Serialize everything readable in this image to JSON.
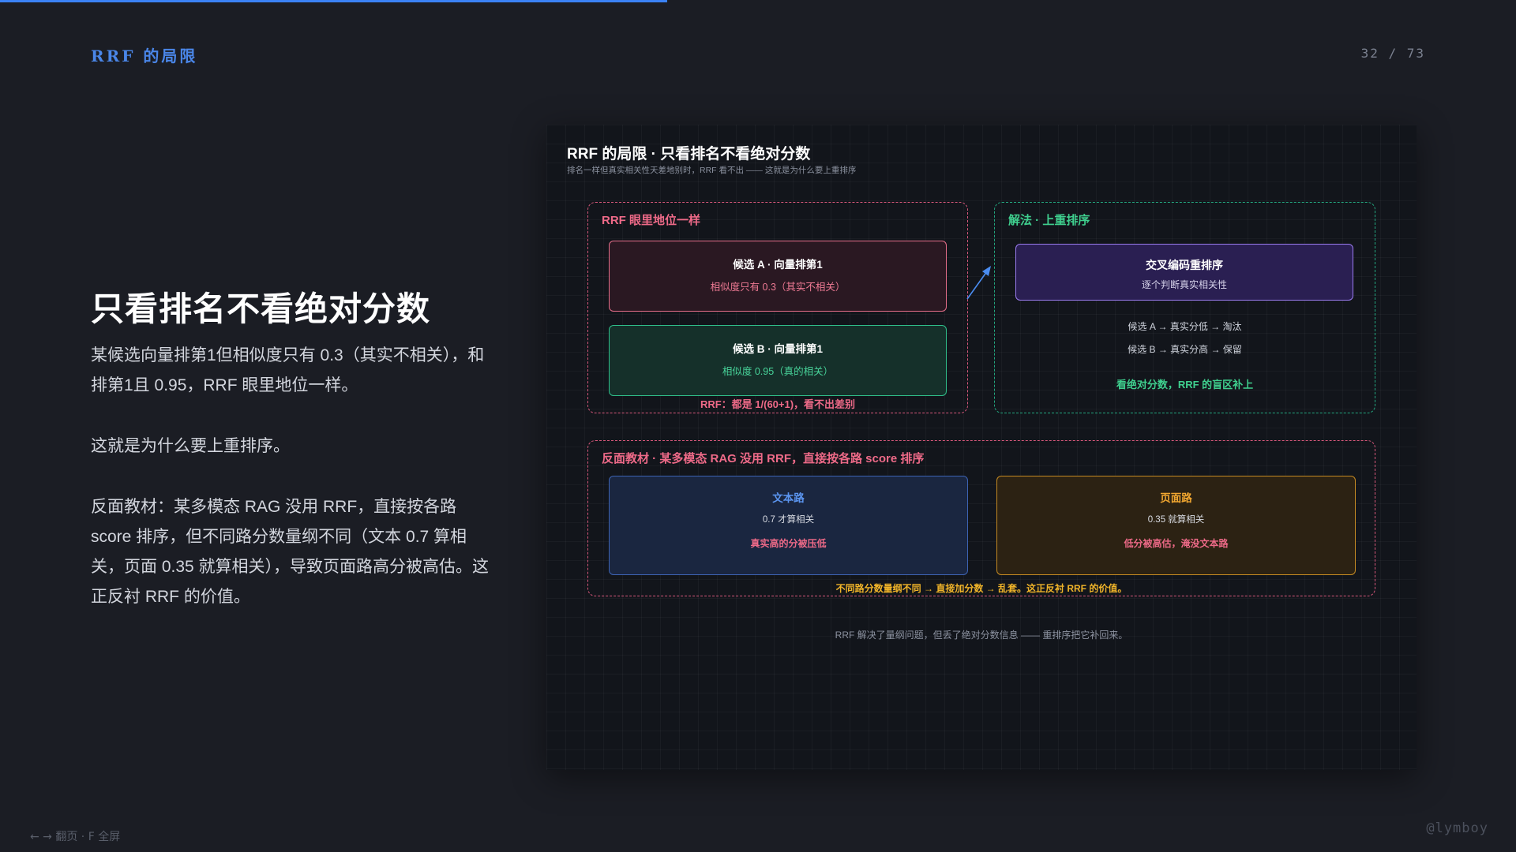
{
  "header": {
    "section_label": "RRF  的局限",
    "page_indicator": "32 / 73"
  },
  "slide": {
    "title": "只看排名不看绝对分数",
    "paragraphs": [
      "某候选向量排第1但相似度只有 0.3（其实不相关），和排第1且 0.95，RRF 眼里地位一样。",
      "这就是为什么要上重排序。",
      "反面教材：某多模态 RAG 没用 RRF，直接按各路 score 排序，但不同路分数量纲不同（文本 0.7 算相关，页面 0.35 就算相关），导致页面路高分被高估。这正反衬 RRF 的价值。"
    ]
  },
  "diagram": {
    "title": "RRF 的局限 · 只看排名不看绝对分数",
    "subtitle": "排名一样但真实相关性天差地别时，RRF 看不出 —— 这就是为什么要上重排序",
    "left_group": {
      "title": "RRF 眼里地位一样",
      "candidate_a": {
        "title": "候选 A · 向量排第1",
        "detail": "相似度只有 0.3（其实不相关）"
      },
      "candidate_b": {
        "title": "候选 B · 向量排第1",
        "detail": "相似度 0.95（真的相关）"
      },
      "note": "RRF：都是 1/(60+1)，看不出差别"
    },
    "right_group": {
      "title": "解法 · 上重排序",
      "cross_encoder": {
        "title": "交叉编码重排序",
        "detail": "逐个判断真实相关性"
      },
      "results": [
        "候选 A → 真实分低 → 淘汰",
        "候选 B → 真实分高 → 保留"
      ],
      "conclusion": "看绝对分数，RRF 的盲区补上"
    },
    "bottom_group": {
      "title": "反面教材 · 某多模态 RAG 没用 RRF，直接按各路 score 排序",
      "text_route": {
        "title": "文本路",
        "detail": "0.7 才算相关",
        "warning": "真实高的分被压低"
      },
      "page_route": {
        "title": "页面路",
        "detail": "0.35 就算相关",
        "warning": "低分被高估，淹没文本路"
      },
      "note": "不同路分数量纲不同 → 直接加分数 → 乱套。这正反衬 RRF 的价值。"
    },
    "caption": "RRF 解决了量纲问题，但丢了绝对分数信息 —— 重排序把它补回来。"
  },
  "footer": {
    "nav_hint": "← → 翻页 · F 全屏",
    "handle": "@lymboy"
  },
  "colors": {
    "accent": "#3b82f6",
    "background": "#1b1d24",
    "panel": "#12151b",
    "red": "#ee6a88",
    "green": "#3fcf8e",
    "purple": "#9b7cf0",
    "amber": "#f0a630"
  },
  "progress": {
    "fraction": 0.44
  },
  "icons": {
    "flow_arrow": "arrow-up-right-icon"
  }
}
